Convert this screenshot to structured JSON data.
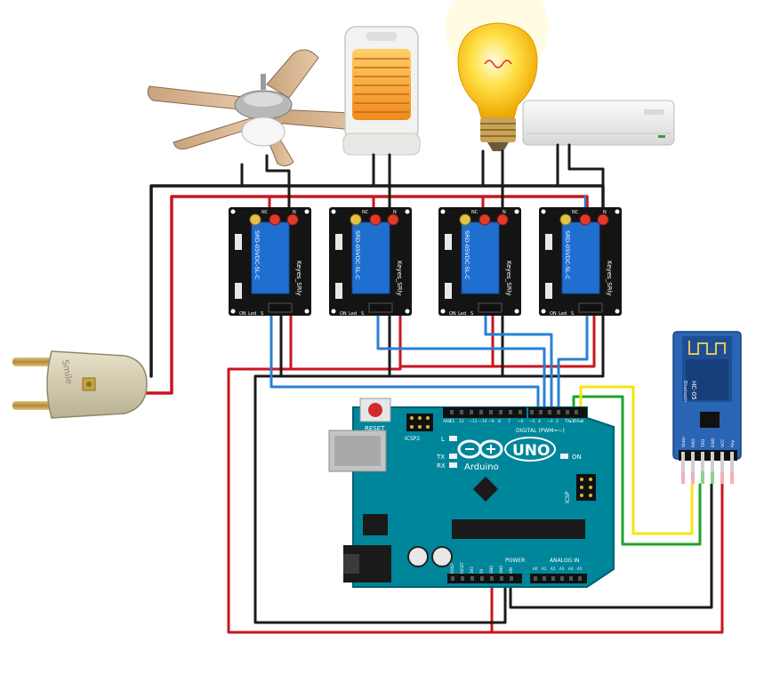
{
  "relays": [
    {
      "nc_label": "NC",
      "no_label": "N",
      "model_text": "SRD-05VDC-SL-C",
      "brand_text": "Keyes_SRly",
      "led_label": "ON_Led",
      "sig_label": "S"
    },
    {
      "nc_label": "NC",
      "no_label": "N",
      "model_text": "SRD-05VDC-SL-C",
      "brand_text": "Keyes_SRly",
      "led_label": "ON_Led",
      "sig_label": "S"
    },
    {
      "nc_label": "NC",
      "no_label": "N",
      "model_text": "SRD-05VDC-SL-C",
      "brand_text": "Keyes_SRly",
      "led_label": "ON_Led",
      "sig_label": "S"
    },
    {
      "nc_label": "NC",
      "no_label": "N",
      "model_text": "SRD-05VDC-SL-C",
      "brand_text": "Keyes_SRly",
      "led_label": "ON_Led",
      "sig_label": "S"
    }
  ],
  "arduino": {
    "brand_label": "Arduino",
    "model_label": "UNO",
    "reset_label": "RESET",
    "digital_label": "DIGITAL (PWM=~)",
    "power_label": "POWER",
    "analog_label": "ANALOG IN",
    "icsp2_label": "ICSP2",
    "icsp_label": "ICSP",
    "aref_label": "AREF",
    "gnd_label": "GND",
    "l_label": "L",
    "tx_label": "TX",
    "rx_label": "RX",
    "on_label": "ON",
    "digital_pins": [
      "13",
      "12",
      "~11",
      "~10",
      "~9",
      "8",
      "7",
      "~6",
      "~5",
      "4",
      "~3",
      "2",
      "TX▸1",
      "RX◂0"
    ],
    "power_pins": [
      "IOREF",
      "RESET",
      "3V3",
      "5V",
      "GND",
      "GND",
      "VIN"
    ],
    "analog_pins": [
      "A0",
      "A1",
      "A2",
      "A3",
      "A4",
      "A5"
    ]
  },
  "bluetooth": {
    "model_label": "HC-05",
    "sub_label": "Bluetooth",
    "pins": [
      "State",
      "RXD",
      "TXD",
      "GND",
      "VCC",
      "Key"
    ]
  },
  "plug": {
    "brand_label": "Smile"
  },
  "colors": {
    "wire_red": "#c8161d",
    "wire_black": "#1a1a1a",
    "wire_blue": "#2a7fd4",
    "wire_green": "#1fa32a",
    "wire_yellow": "#f4e60f",
    "relay_blue": "#1f6fd1",
    "pcb_black": "#141414",
    "arduino_teal": "#00869a",
    "bt_blue": "#2a64b5"
  },
  "icons": [
    "ceiling-fan-icon",
    "heater-icon",
    "light-bulb-icon",
    "air-conditioner-icon",
    "power-plug-icon"
  ]
}
